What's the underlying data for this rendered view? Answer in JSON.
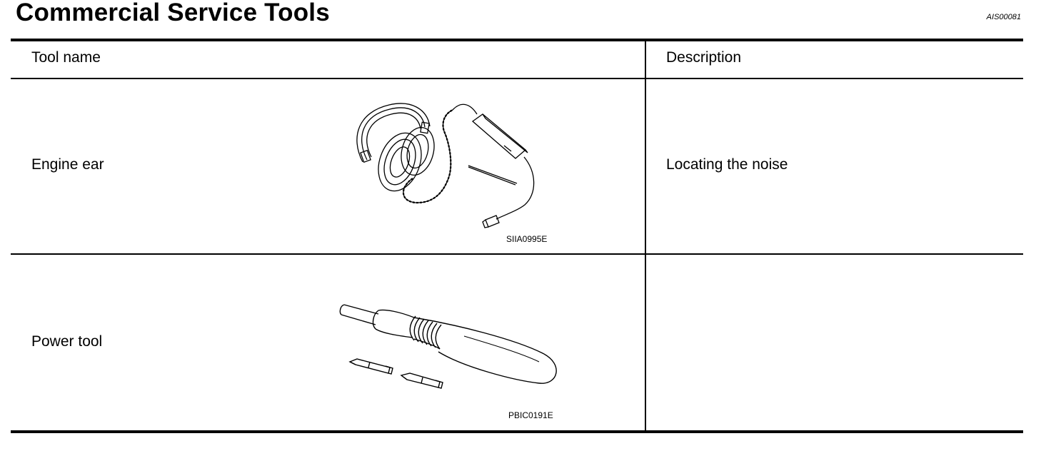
{
  "header": {
    "title": "Commercial Service Tools",
    "doc_code": "AIS00081"
  },
  "table": {
    "columns": [
      "Tool name",
      "Description"
    ],
    "rows": [
      {
        "tool_name": "Engine ear",
        "figure_code": "SIIA0995E",
        "figure_icon": "headphones-stethoscope-icon",
        "description": "Locating the noise"
      },
      {
        "tool_name": "Power tool",
        "figure_code": "PBIC0191E",
        "figure_icon": "power-screwdriver-icon",
        "description": ""
      }
    ]
  }
}
